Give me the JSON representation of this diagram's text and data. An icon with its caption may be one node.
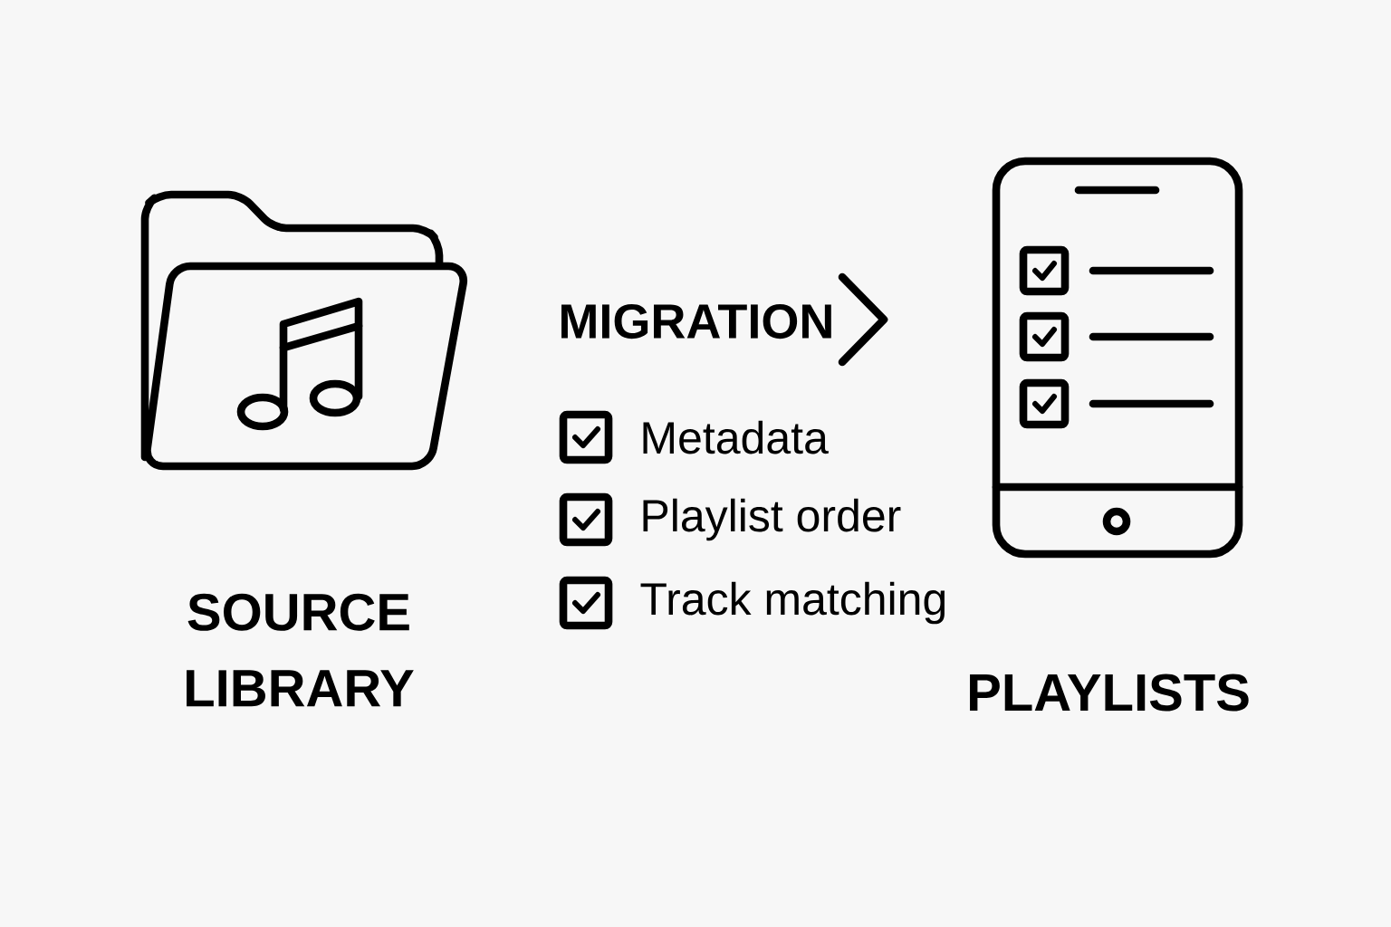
{
  "diagram": {
    "nodes": [
      {
        "text": [],
        "shape": "picture",
        "beside": [
          "SOURCE LIBRARY"
        ]
      },
      {
        "text": [],
        "shape": "picture",
        "beside": [
          "PLAYLISTS"
        ]
      }
    ],
    "labels": [
      "MIGRATION",
      "Metadata",
      "Playlist order",
      "Track matching"
    ]
  }
}
